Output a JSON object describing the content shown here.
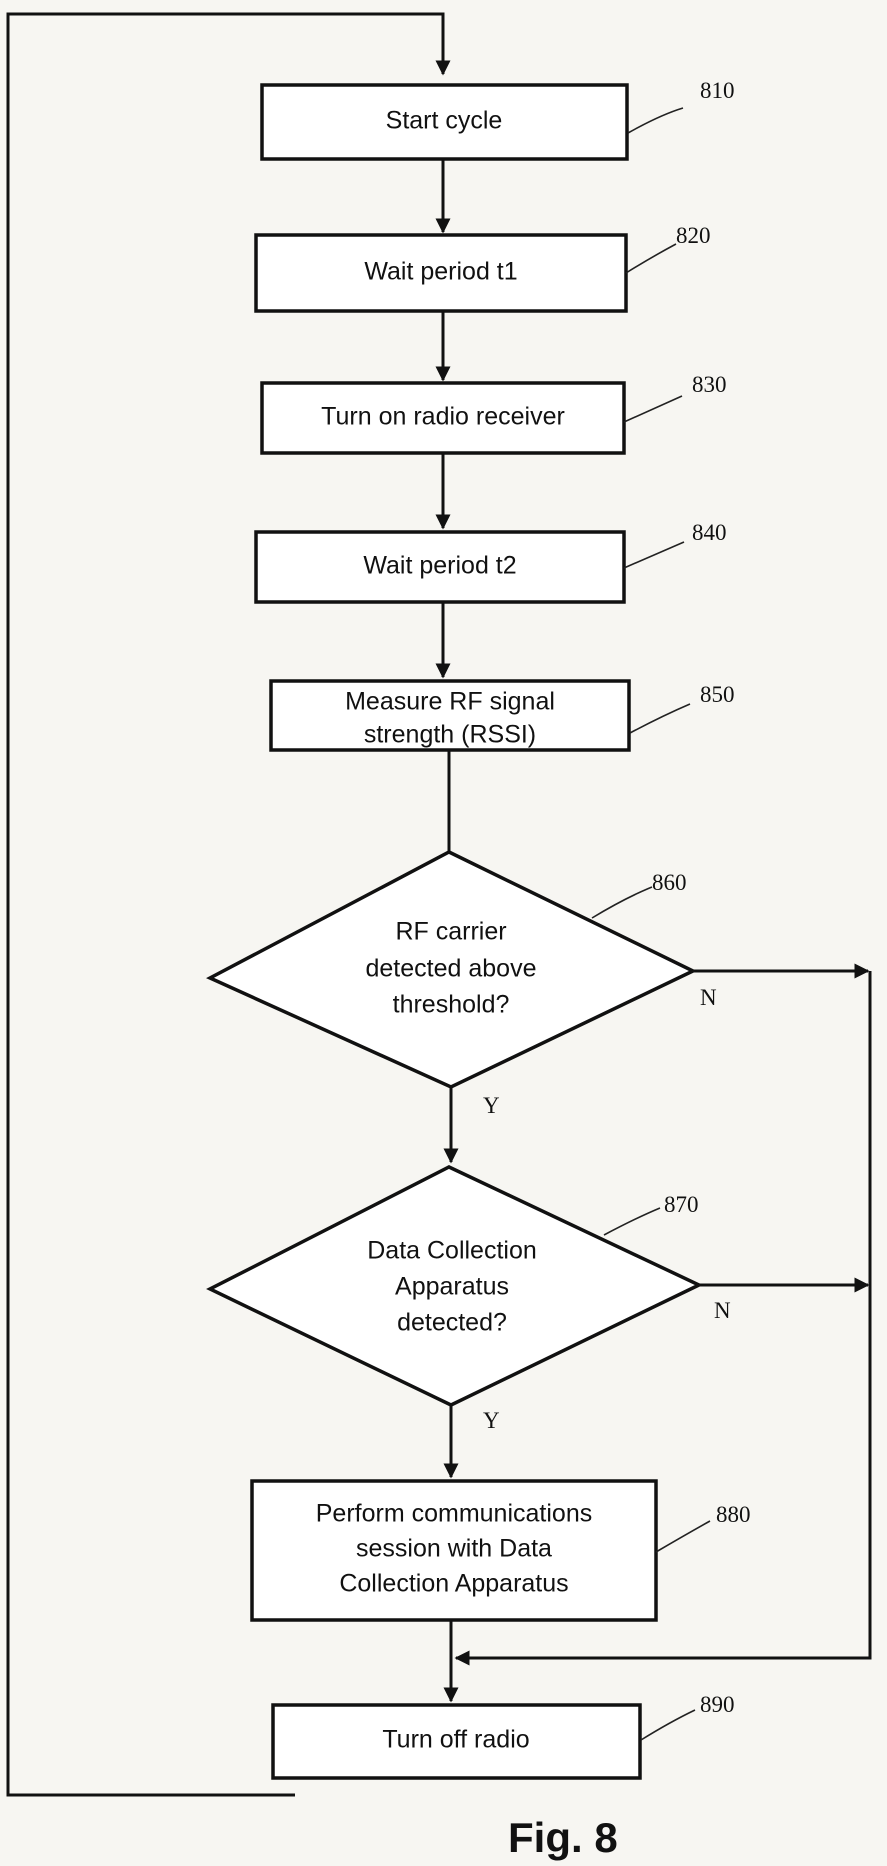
{
  "figure_caption": "Fig. 8",
  "steps": {
    "s810": {
      "ref": "810",
      "label": "Start cycle"
    },
    "s820": {
      "ref": "820",
      "label": "Wait period t1"
    },
    "s830": {
      "ref": "830",
      "label": "Turn on radio receiver"
    },
    "s840": {
      "ref": "840",
      "label": "Wait period t2"
    },
    "s850": {
      "ref": "850",
      "lines": [
        "Measure RF signal",
        "strength (RSSI)"
      ]
    },
    "s860": {
      "ref": "860",
      "lines": [
        "RF carrier",
        "detected above",
        "threshold?"
      ],
      "yes_label": "Y",
      "no_label": "N"
    },
    "s870": {
      "ref": "870",
      "lines": [
        "Data Collection",
        "Apparatus",
        "detected?"
      ],
      "yes_label": "Y",
      "no_label": "N"
    },
    "s880": {
      "ref": "880",
      "lines": [
        "Perform communications",
        "session with Data",
        "Collection Apparatus"
      ]
    },
    "s890": {
      "ref": "890",
      "label": "Turn off radio"
    }
  }
}
